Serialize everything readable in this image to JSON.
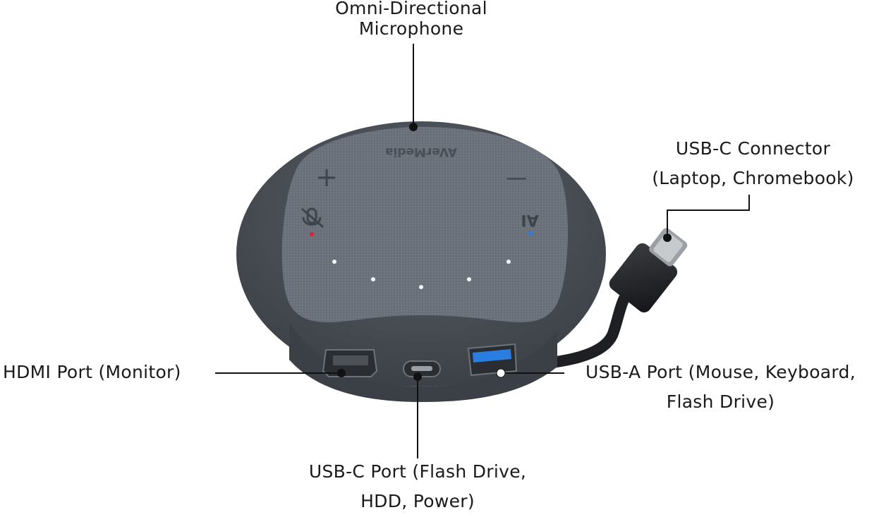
{
  "device": {
    "brand_text": "AVerMedia",
    "plus_symbol": "+",
    "minus_symbol": "—",
    "ai_symbol": "AI",
    "colors": {
      "body": "#4a5058",
      "top_fabric": "#6b727b",
      "mute_dot": "#e0203a",
      "ai_dot": "#2a7de1",
      "leader": "#111111"
    }
  },
  "callouts": {
    "microphone": {
      "line1": "Omni-Directional",
      "line2": "Microphone"
    },
    "usbc_connector": {
      "line1": "USB-C Connector",
      "line2": "(Laptop, Chromebook)"
    },
    "hdmi": {
      "line1": "HDMI Port (Monitor)"
    },
    "usba": {
      "line1": "USB-A Port (Mouse, Keyboard,",
      "line2": "Flash Drive)"
    },
    "usbc_port": {
      "line1": "USB-C Port (Flash Drive,",
      "line2": "HDD, Power)"
    }
  }
}
